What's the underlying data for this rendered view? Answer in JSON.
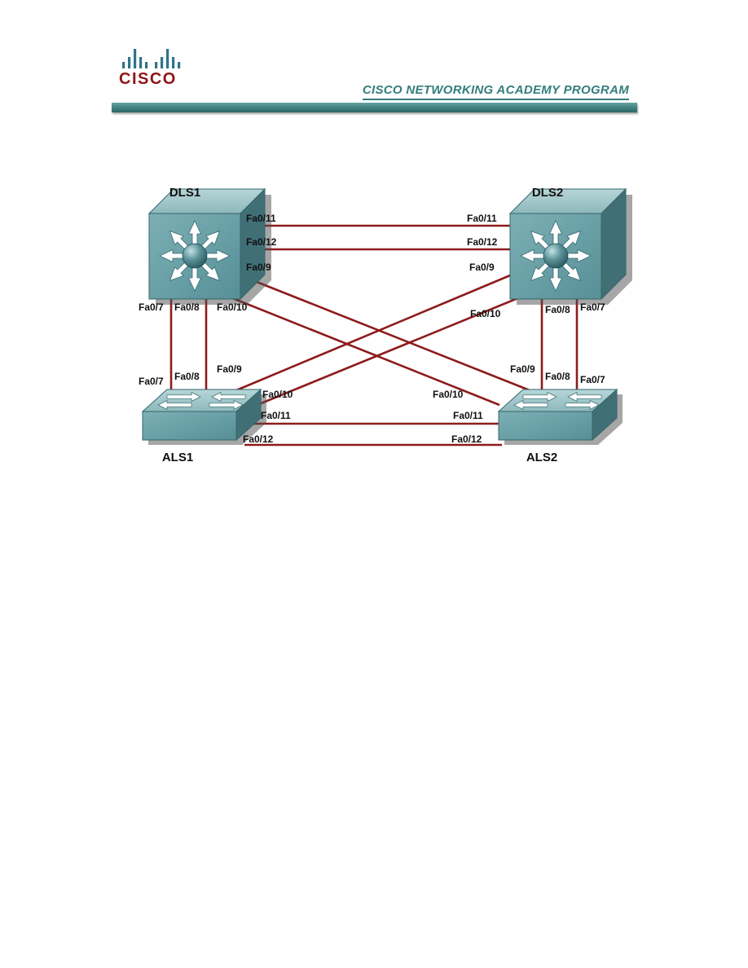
{
  "header": {
    "logo_text": "CISCO",
    "program_title": "CISCO NETWORKING ACADEMY PROGRAM"
  },
  "colors": {
    "accent_teal": "#3f7f7f",
    "brand_red": "#8f1416",
    "link_line": "#8e1b1b",
    "switch_body": "#5f979e"
  },
  "topology": {
    "devices": [
      {
        "id": "DLS1",
        "type": "multilayer-switch",
        "icon": "multilayer-switch-icon"
      },
      {
        "id": "DLS2",
        "type": "multilayer-switch",
        "icon": "multilayer-switch-icon"
      },
      {
        "id": "ALS1",
        "type": "access-switch",
        "icon": "workgroup-switch-icon"
      },
      {
        "id": "ALS2",
        "type": "access-switch",
        "icon": "workgroup-switch-icon"
      }
    ],
    "links": [
      {
        "from": "DLS1",
        "from_port": "Fa0/11",
        "to": "DLS2",
        "to_port": "Fa0/11"
      },
      {
        "from": "DLS1",
        "from_port": "Fa0/12",
        "to": "DLS2",
        "to_port": "Fa0/12"
      },
      {
        "from": "DLS1",
        "from_port": "Fa0/9",
        "to": "ALS2",
        "to_port": "Fa0/9"
      },
      {
        "from": "DLS1",
        "from_port": "Fa0/10",
        "to": "ALS2",
        "to_port": "Fa0/10"
      },
      {
        "from": "DLS2",
        "from_port": "Fa0/9",
        "to": "ALS1",
        "to_port": "Fa0/9"
      },
      {
        "from": "DLS2",
        "from_port": "Fa0/10",
        "to": "ALS1",
        "to_port": "Fa0/10"
      },
      {
        "from": "DLS1",
        "from_port": "Fa0/7",
        "to": "ALS1",
        "to_port": "Fa0/7"
      },
      {
        "from": "DLS1",
        "from_port": "Fa0/8",
        "to": "ALS1",
        "to_port": "Fa0/8"
      },
      {
        "from": "DLS2",
        "from_port": "Fa0/8",
        "to": "ALS2",
        "to_port": "Fa0/8"
      },
      {
        "from": "DLS2",
        "from_port": "Fa0/7",
        "to": "ALS2",
        "to_port": "Fa0/7"
      },
      {
        "from": "ALS1",
        "from_port": "Fa0/11",
        "to": "ALS2",
        "to_port": "Fa0/11"
      },
      {
        "from": "ALS1",
        "from_port": "Fa0/12",
        "to": "ALS2",
        "to_port": "Fa0/12"
      }
    ]
  }
}
